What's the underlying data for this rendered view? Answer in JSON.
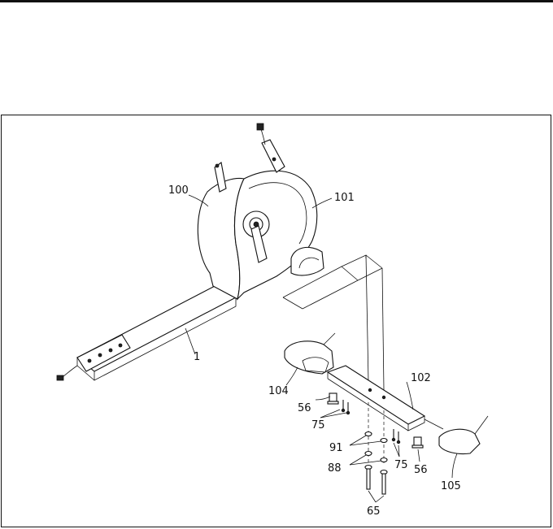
{
  "diagram": {
    "part_labels": {
      "p1": "1",
      "p100": "100",
      "p101": "101",
      "p102": "102",
      "p104": "104",
      "p105": "105",
      "p56a": "56",
      "p56b": "56",
      "p75a": "75",
      "p75b": "75",
      "p91": "91",
      "p88": "88",
      "p65": "65"
    }
  }
}
